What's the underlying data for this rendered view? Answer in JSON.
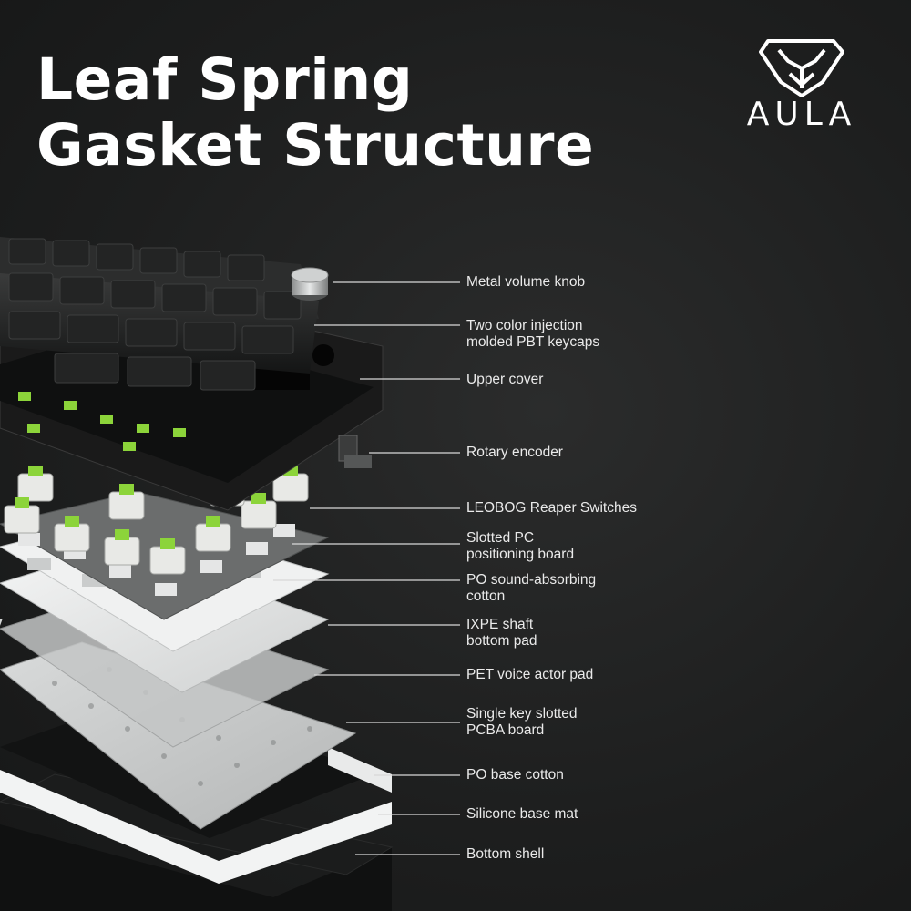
{
  "heading": {
    "line1": "Leaf Spring",
    "line2": "Gasket Structure"
  },
  "brand": {
    "logo_icon": "aula-spider-emblem-icon",
    "text": "AULA"
  },
  "components": [
    {
      "line1": "Metal volume knob",
      "line2": ""
    },
    {
      "line1": "Two color injection",
      "line2": "molded PBT keycaps"
    },
    {
      "line1": "Upper cover",
      "line2": ""
    },
    {
      "line1": "Rotary encoder",
      "line2": ""
    },
    {
      "line1": "LEOBOG Reaper Switches",
      "line2": ""
    },
    {
      "line1": "Slotted PC",
      "line2": "positioning board"
    },
    {
      "line1": "PO sound-absorbing",
      "line2": "cotton"
    },
    {
      "line1": "IXPE shaft",
      "line2": "bottom pad"
    },
    {
      "line1": "PET voice actor pad",
      "line2": ""
    },
    {
      "line1": "Single key slotted",
      "line2": "PCBA board"
    },
    {
      "line1": "PO base cotton",
      "line2": ""
    },
    {
      "line1": "Silicone base mat",
      "line2": ""
    },
    {
      "line1": "Bottom shell",
      "line2": ""
    }
  ],
  "colors": {
    "background": "#1e1f1f",
    "text": "#ffffff",
    "switch_stem": "#8cd43a",
    "plate": "#6b6d6d",
    "foam": "#e9eaea",
    "case": "#1a1a1a"
  }
}
